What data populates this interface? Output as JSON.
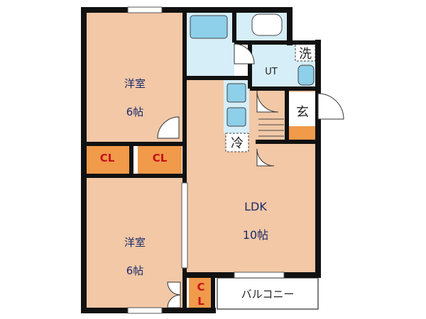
{
  "rooms": {
    "western_top": {
      "name": "洋室",
      "size": "6帖"
    },
    "western_bottom": {
      "name": "洋室",
      "size": "6帖"
    },
    "ldk": {
      "name": "LDK",
      "size": "10帖"
    }
  },
  "labels": {
    "ut": "UT",
    "washer": "洗",
    "entrance": "玄",
    "fridge": "冷",
    "closet": "CL",
    "closet_c": "C",
    "closet_l": "L",
    "balcony": "バルコニー"
  },
  "colors": {
    "room_fill": "#f2c8a6",
    "closet_fill": "#f09a4a",
    "wet_fill": "#d6eef8",
    "fixture_fill": "#8ecfea",
    "wall": "#111111",
    "label_text": "#1a2a6a",
    "closet_text": "#c8111a"
  }
}
